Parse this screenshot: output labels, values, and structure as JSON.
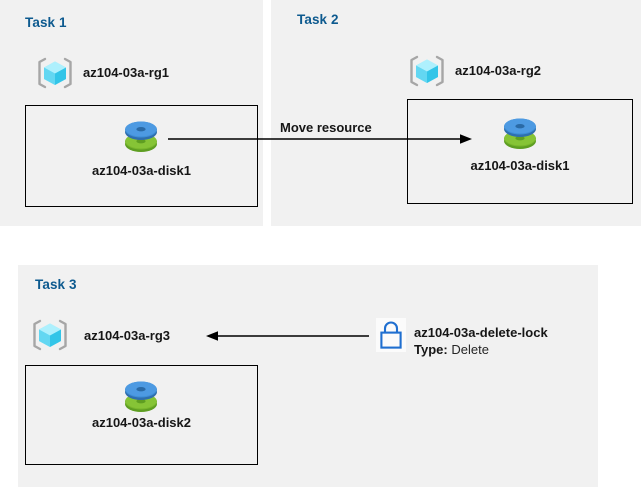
{
  "diagram": {
    "background": "#ffffff",
    "panel_fill": "#f1f1f1",
    "title_color": "#0d5a8f",
    "text_color": "#161616",
    "accent_blue": "#1f6fd0",
    "disk_top_color": "#3e8fd8",
    "disk_bottom_color": "#79b72c",
    "cube_color": "#55d6f5",
    "bracket_color": "#a6a6a6"
  },
  "panels": [
    {
      "id": "task1",
      "title": "Task 1"
    },
    {
      "id": "task2",
      "title": "Task 2"
    },
    {
      "id": "task3",
      "title": "Task 3"
    }
  ],
  "resource_groups": [
    {
      "id": "rg1",
      "label": "az104-03a-rg1",
      "icon": "resource-group-icon"
    },
    {
      "id": "rg2",
      "label": "az104-03a-rg2",
      "icon": "resource-group-icon"
    },
    {
      "id": "rg3",
      "label": "az104-03a-rg3",
      "icon": "resource-group-icon"
    }
  ],
  "disks": [
    {
      "id": "disk1-task1",
      "label": "az104-03a-disk1",
      "icon": "managed-disk-icon"
    },
    {
      "id": "disk1-task2",
      "label": "az104-03a-disk1",
      "icon": "managed-disk-icon"
    },
    {
      "id": "disk2-task3",
      "label": "az104-03a-disk2",
      "icon": "managed-disk-icon"
    }
  ],
  "arrows": [
    {
      "id": "move-resource",
      "label": "Move resource",
      "direction": "right"
    },
    {
      "id": "lock-applies-to-rg3",
      "label": "",
      "direction": "left"
    }
  ],
  "lock": {
    "icon": "lock-icon",
    "name": "az104-03a-delete-lock",
    "type_key": "Type:",
    "type_value": "Delete"
  }
}
